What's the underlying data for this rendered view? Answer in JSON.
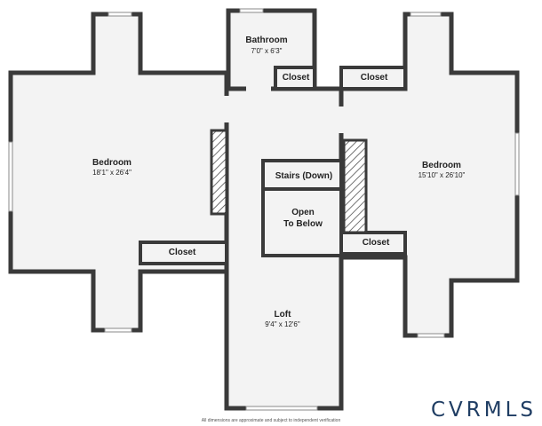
{
  "rooms": {
    "bedroom_left": {
      "name": "Bedroom",
      "dims": "18'1\" x 26'4\""
    },
    "bathroom": {
      "name": "Bathroom",
      "dims": "7'0\" x 6'3\""
    },
    "bedroom_right": {
      "name": "Bedroom",
      "dims": "15'10\" x 26'10\""
    },
    "loft": {
      "name": "Loft",
      "dims": "9'4\" x 12'6\""
    },
    "stairs": {
      "name": "Stairs (Down)"
    },
    "open_below": {
      "line1": "Open",
      "line2": "To Below"
    },
    "closet_bath": {
      "name": "Closet"
    },
    "closet_right_top": {
      "name": "Closet"
    },
    "closet_left": {
      "name": "Closet"
    },
    "closet_right_bottom": {
      "name": "Closet"
    }
  },
  "footer": {
    "disclaimer": "All dimensions are approximate and subject to independent verification",
    "logo": "CVRMLS"
  },
  "colors": {
    "wall": "#3a3a3a",
    "floor": "#f3f3f3",
    "logo": "#1f3d63"
  }
}
